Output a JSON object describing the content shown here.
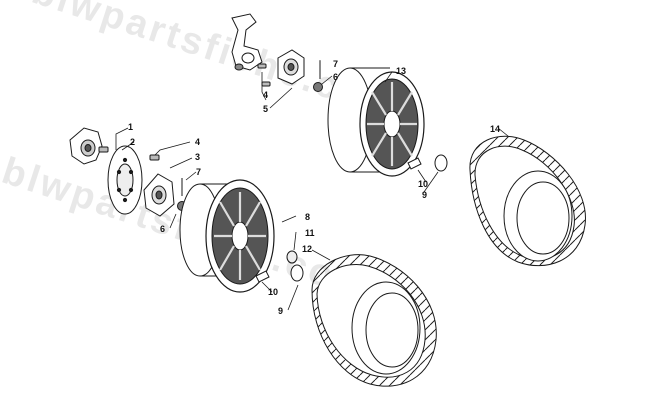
{
  "watermark": {
    "text": "blwpartsfiche.com"
  },
  "callouts": {
    "c1": "1",
    "c2": "2",
    "c3": "3",
    "c4": "4",
    "c5": "5",
    "c6a": "6",
    "c6b": "6",
    "c7a": "7",
    "c7b": "7",
    "c8": "8",
    "c9a": "9",
    "c9b": "9",
    "c10a": "10",
    "c10b": "10",
    "c11": "11",
    "c12": "12",
    "c13": "13",
    "c14": "14"
  },
  "colors": {
    "line": "#1a1a1a",
    "rim_face": "#3a3a3a",
    "tire": "#ffffff"
  }
}
